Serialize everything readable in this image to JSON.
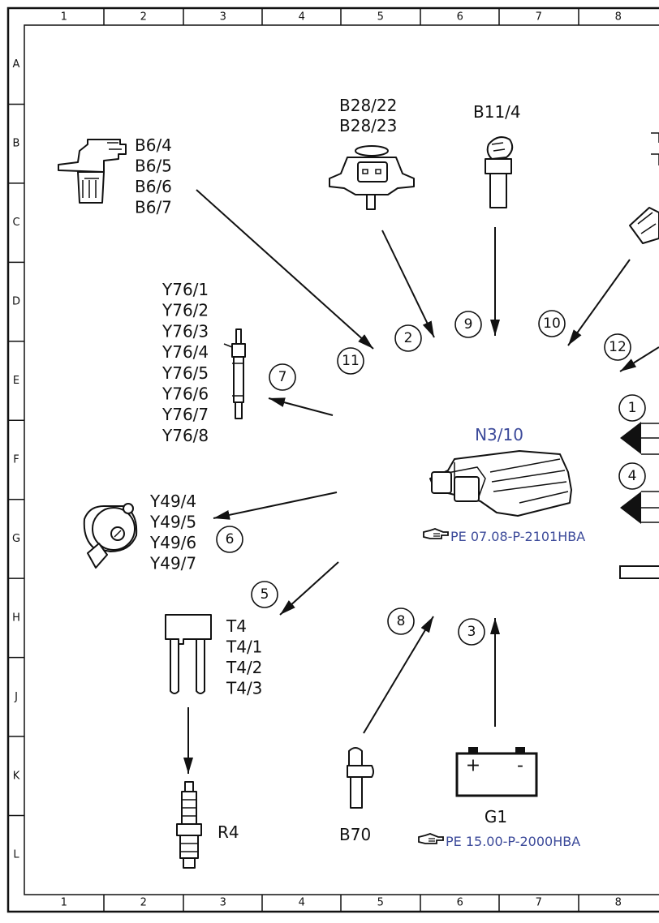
{
  "frame": {
    "columns": [
      "1",
      "2",
      "3",
      "4",
      "5",
      "6",
      "7",
      "8"
    ],
    "rows": [
      "A",
      "B",
      "C",
      "D",
      "E",
      "F",
      "G",
      "H",
      "J",
      "K",
      "L"
    ]
  },
  "ecu": {
    "name": "N3/10",
    "ref_text": "PE 07.08-P-2101HBA",
    "ref_icon": "pointing-hand-icon"
  },
  "battery": {
    "name": "G1",
    "plus": "+",
    "minus": "-",
    "ref_text": "PE 15.00-P-2000HBA",
    "ref_icon": "pointing-hand-icon"
  },
  "components": {
    "b6": [
      "B6/4",
      "B6/5",
      "B6/6",
      "B6/7"
    ],
    "b28": [
      "B28/22",
      "B28/23"
    ],
    "b11": [
      "B11/4"
    ],
    "y76": [
      "Y76/1",
      "Y76/2",
      "Y76/3",
      "Y76/4",
      "Y76/5",
      "Y76/6",
      "Y76/7",
      "Y76/8"
    ],
    "y49": [
      "Y49/4",
      "Y49/5",
      "Y49/6",
      "Y49/7"
    ],
    "t4": [
      "T4",
      "T4/1",
      "T4/2",
      "T4/3"
    ],
    "r4": [
      "R4"
    ],
    "b70": [
      "B70"
    ]
  },
  "markers": [
    "1",
    "2",
    "3",
    "4",
    "5",
    "6",
    "7",
    "8",
    "9",
    "10",
    "11",
    "12"
  ]
}
